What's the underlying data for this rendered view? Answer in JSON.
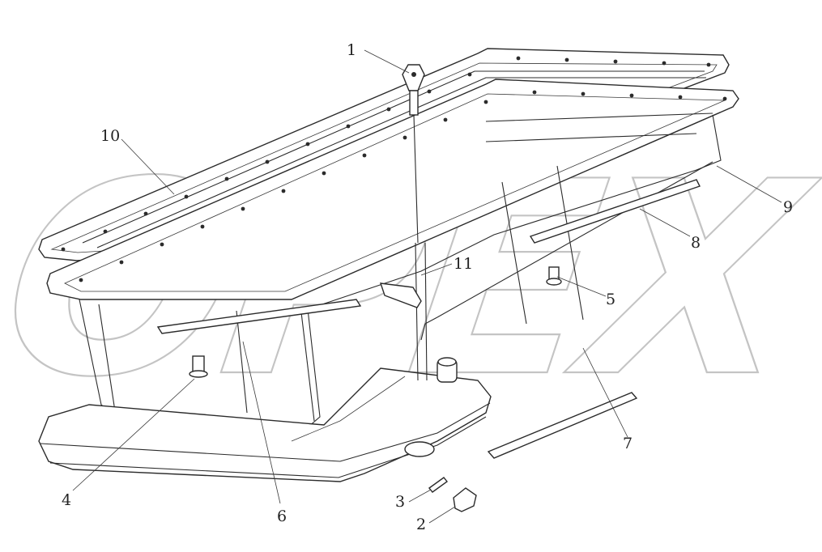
{
  "watermark": {
    "text": "OPEX"
  },
  "callouts": [
    {
      "id": "1",
      "label": "1"
    },
    {
      "id": "2",
      "label": "2"
    },
    {
      "id": "3",
      "label": "3"
    },
    {
      "id": "4",
      "label": "4"
    },
    {
      "id": "5",
      "label": "5"
    },
    {
      "id": "6",
      "label": "6"
    },
    {
      "id": "7",
      "label": "7"
    },
    {
      "id": "8",
      "label": "8"
    },
    {
      "id": "9",
      "label": "9"
    },
    {
      "id": "10",
      "label": "10"
    },
    {
      "id": "11",
      "label": "11"
    }
  ],
  "colors": {
    "line": "#2b2b2b",
    "watermark": "#bdbdbd",
    "background": "#ffffff"
  }
}
